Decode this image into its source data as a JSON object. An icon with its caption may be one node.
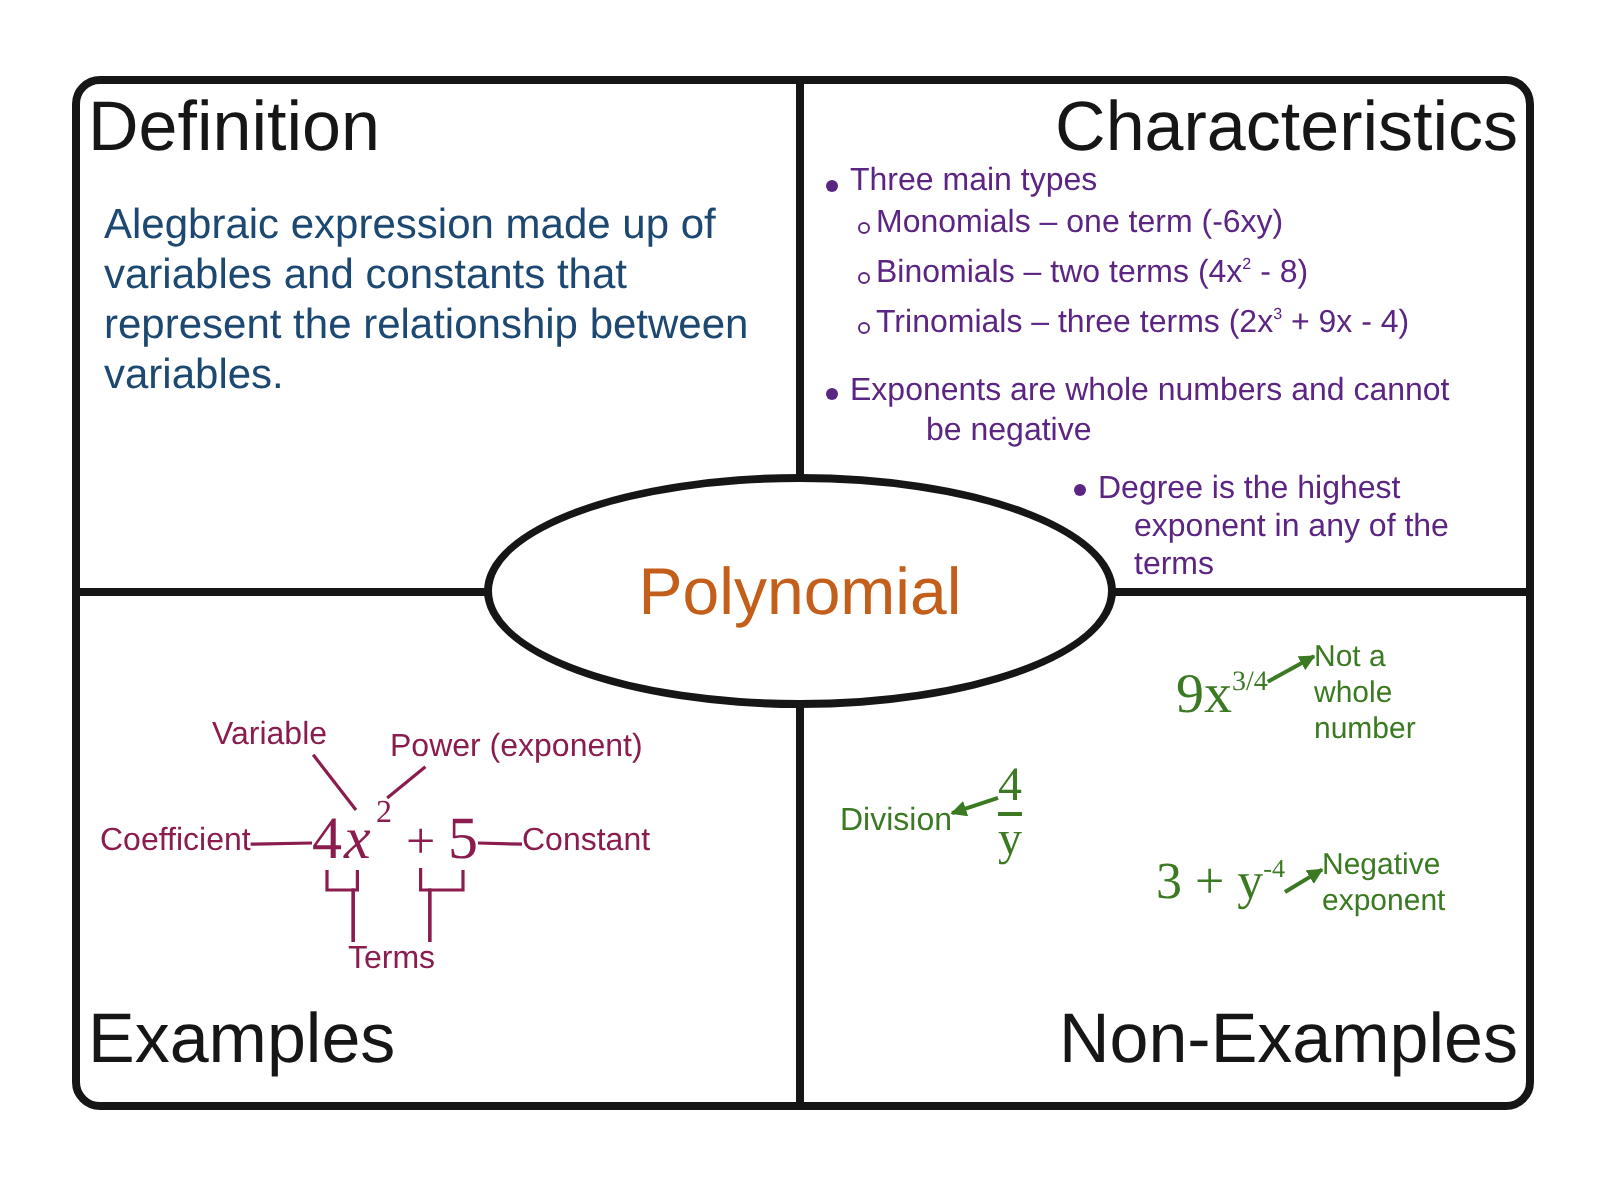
{
  "diagram": {
    "nodes": [
      {
        "text": [
          "Definition",
          "Alegbraic expression made up of variables and constants that represent the relationship between variables."
        ]
      },
      {
        "text": [
          "Characteristics",
          "Three main types",
          "Monomials – one term (-6xy)",
          "Binomials – two terms (4x$^{2}$ - 8)",
          "Trinomials – three terms (2x$^{3}$ + 9x - 4)",
          "Exponents are whole numbers and cannot be negative",
          "Degree is the highest exponent in any of the terms"
        ]
      },
      {
        "text": [
          "Polynomial"
        ]
      },
      {
        "text": [
          "Examples"
        ]
      },
      {
        "text": [
          "Variable"
        ],
        "in": 3
      },
      {
        "text": [
          "Power (exponent)"
        ],
        "in": 3
      },
      {
        "text": [
          "Coefficient"
        ],
        "in": 3
      },
      {
        "text": [
          "4"
        ],
        "in": 3
      },
      {
        "text": [
          "x"
        ],
        "in": 3
      },
      {
        "text": [
          "2"
        ],
        "in": 3
      },
      {
        "text": [
          "+"
        ],
        "in": 3
      },
      {
        "text": [
          "5"
        ],
        "in": 3
      },
      {
        "text": [
          "Constant"
        ],
        "in": 3
      },
      {
        "text": [
          "Terms"
        ],
        "in": 3
      },
      {
        "text": [
          "Non-Examples"
        ]
      },
      {
        "text": [
          "9x$^{3/4}$"
        ],
        "in": 14
      },
      {
        "text": [
          "Not a whole number"
        ],
        "in": 14
      },
      {
        "text": [
          "Division"
        ],
        "in": 14
      },
      {
        "text": [
          "4",
          "y"
        ],
        "in": 14
      },
      {
        "text": [
          "3 + y$^{-4}$"
        ],
        "in": 14
      },
      {
        "text": [
          "Negative exponent"
        ],
        "in": 14
      }
    ],
    "edges": [
      {
        "from": 6,
        "to": 7,
        "arrow": "none"
      },
      {
        "from": 4,
        "to": 8,
        "arrow": "none"
      },
      {
        "from": 5,
        "to": 9,
        "arrow": "none"
      },
      {
        "from": 12,
        "to": 11,
        "arrow": "none"
      },
      {
        "from": 13,
        "to": 7,
        "arrow": "none"
      },
      {
        "from": 13,
        "to": 8,
        "arrow": "none"
      },
      {
        "from": 13,
        "to": 10,
        "arrow": "none"
      },
      {
        "from": 13,
        "to": 11,
        "arrow": "none"
      },
      {
        "from": 15,
        "to": 16,
        "arrow": "to",
        "color": "#3b7a22"
      },
      {
        "from": 18,
        "to": 17,
        "arrow": "to",
        "color": "#3b7a22"
      },
      {
        "from": 19,
        "to": 20,
        "arrow": "to",
        "color": "#3b7a22"
      }
    ]
  }
}
